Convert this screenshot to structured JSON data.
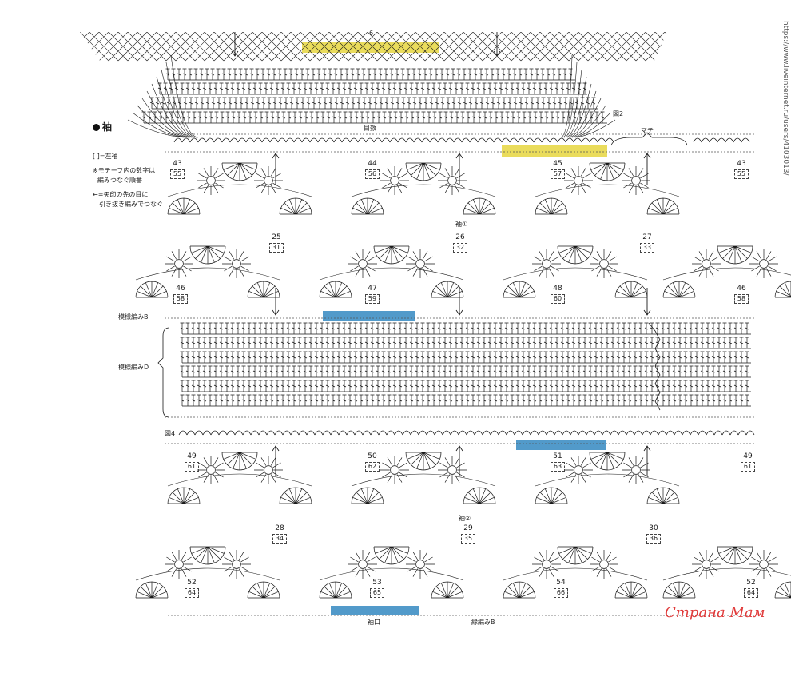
{
  "labels": {
    "sleeve_title": "袖",
    "legend_box": "[ ]=左袖",
    "legend_note_1": "※モチーフ内の数字は",
    "legend_note_2": "編みつなぐ順番",
    "legend_arrow_1": "←=矢印の先の目に",
    "legend_arrow_2": "引き抜き編みでつなぐ",
    "center_top": "目数",
    "fig_top": "図2",
    "gusset": "マチ",
    "pattern_b": "模様編みB",
    "pattern_d": "模様編みD",
    "fig_mid": "図4",
    "sleeve_1": "袖①",
    "sleeve_2": "袖②",
    "cuff": "袖口",
    "edge_b": "縁編みB",
    "top_number": "6"
  },
  "motifs": {
    "row_a": [
      {
        "n": "43",
        "b": "55"
      },
      {
        "n": "44",
        "b": "56"
      },
      {
        "n": "45",
        "b": "57"
      },
      {
        "n": "43",
        "b": "55"
      }
    ],
    "row_b": [
      {
        "n": "25",
        "b": "31"
      },
      {
        "n": "26",
        "b": "32"
      },
      {
        "n": "27",
        "b": "33"
      }
    ],
    "row_c": [
      {
        "n": "46",
        "b": "58"
      },
      {
        "n": "47",
        "b": "59"
      },
      {
        "n": "48",
        "b": "60"
      },
      {
        "n": "46",
        "b": "58"
      }
    ],
    "row_d": [
      {
        "n": "49",
        "b": "61"
      },
      {
        "n": "50",
        "b": "62"
      },
      {
        "n": "51",
        "b": "63"
      },
      {
        "n": "49",
        "b": "61"
      }
    ],
    "row_e": [
      {
        "n": "28",
        "b": "34"
      },
      {
        "n": "29",
        "b": "35"
      },
      {
        "n": "30",
        "b": "36"
      }
    ],
    "row_f": [
      {
        "n": "52",
        "b": "64"
      },
      {
        "n": "53",
        "b": "65"
      },
      {
        "n": "54",
        "b": "66"
      },
      {
        "n": "52",
        "b": "64"
      }
    ]
  },
  "colors": {
    "yellow": "#e8d84a",
    "blue": "#3f8fc4",
    "ink": "#1a1a1a",
    "watermark": "#e03a3a"
  },
  "watermark": "Страна Мам",
  "side_url": "https://www.liveinternet.ru/users/4103013/"
}
